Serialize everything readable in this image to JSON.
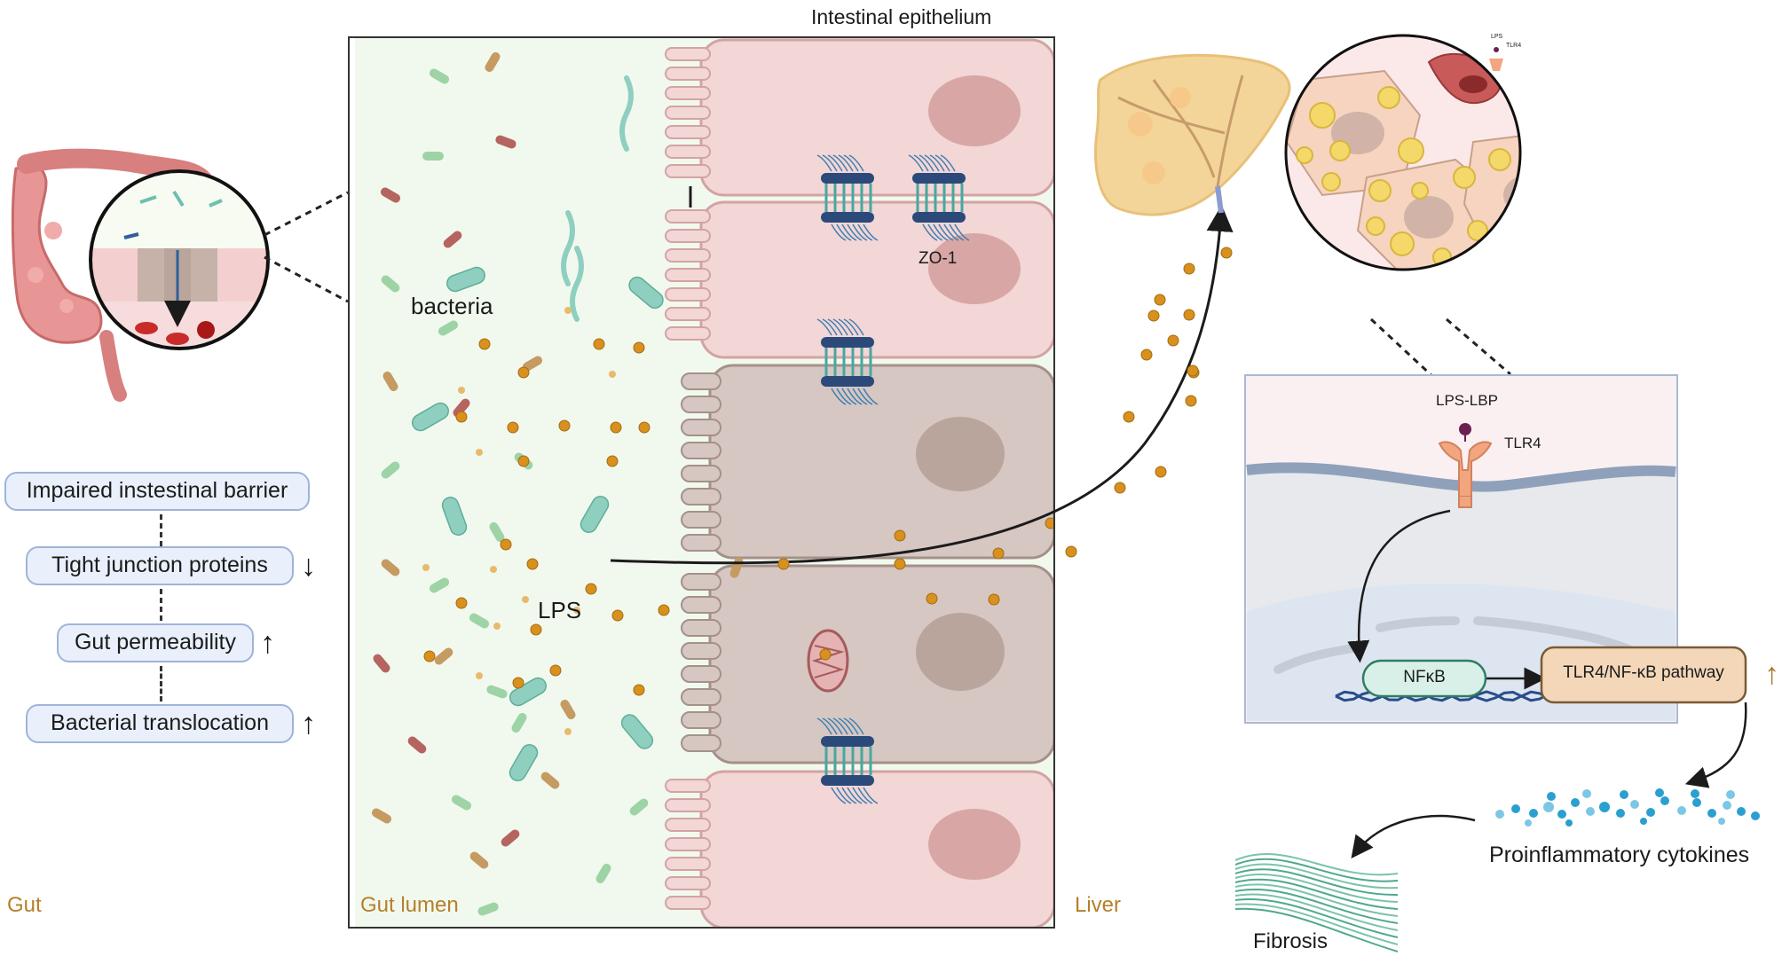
{
  "labels": {
    "intestinal_epithelium": "Intestinal epithelium",
    "bacteria": "bacteria",
    "lps": "LPS",
    "zo1": "ZO-1",
    "lps_lbp": "LPS-LBP",
    "tlr4": "TLR4",
    "mini_lps": "LPS",
    "mini_tlr4": "TLR4",
    "nfkb": "NFκB",
    "pathway": "TLR4/NF-κB pathway",
    "cytokines": "Proinflammatory cytokines",
    "fibrosis": "Fibrosis"
  },
  "regions": {
    "gut": "Gut",
    "gut_lumen": "Gut lumen",
    "liver": "Liver"
  },
  "cascade": [
    {
      "label": "Impaired instestinal barrier",
      "trend": ""
    },
    {
      "label": "Tight junction proteins",
      "trend": "↓"
    },
    {
      "label": "Gut permeability",
      "trend": "↑"
    },
    {
      "label": "Bacterial translocation",
      "trend": "↑"
    }
  ],
  "colors": {
    "lumen": "#f1f9ef",
    "epithelial_cell": "#f3d6d6",
    "damaged_cell": "#d6c7c3",
    "bacteria": "#8fcfbf",
    "lps": "#d8901e",
    "junction": "#2b4a7a",
    "nfkb": "#d9f0e8",
    "pathway": "#f3d7b8",
    "cytokine": "#2a9fd0",
    "fibrosis": "#4fa88f"
  }
}
